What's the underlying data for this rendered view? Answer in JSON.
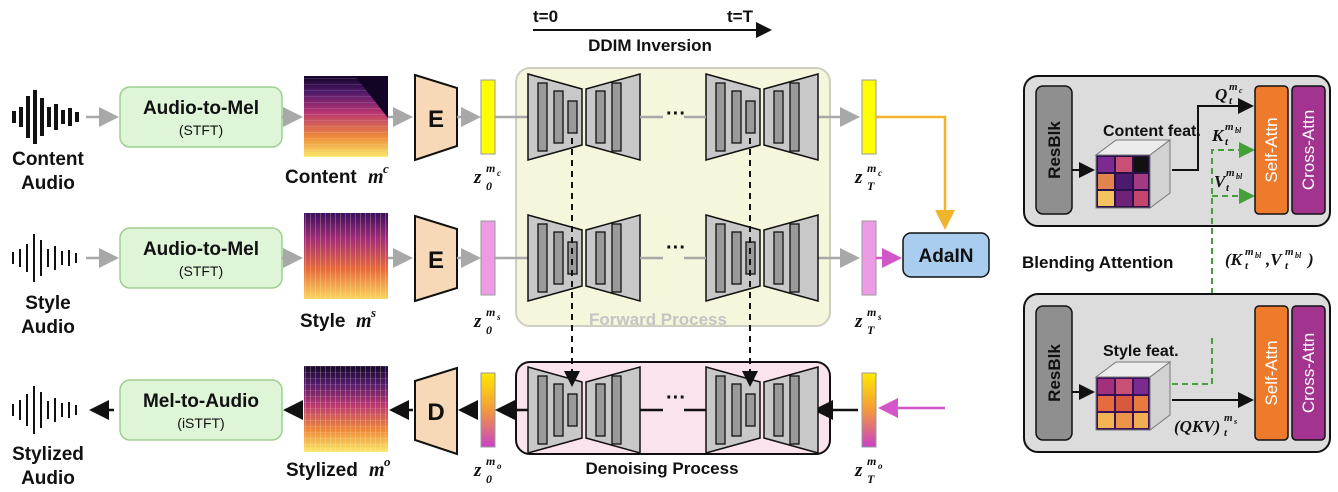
{
  "timeline": {
    "start": "t=0",
    "end": "t=T",
    "label": "DDIM Inversion"
  },
  "rows": {
    "content": {
      "audio_label": [
        "Content",
        "Audio"
      ],
      "converter": {
        "title": "Audio-to-Mel",
        "sub": "(STFT)"
      },
      "mel_caption": "Content",
      "mel_symbol": "m",
      "mel_sup": "c",
      "block": "E",
      "z0": {
        "base": "z",
        "sub": "0",
        "sup": "m",
        "supsub": "c"
      },
      "zT": {
        "base": "z",
        "sub": "T",
        "sup": "m",
        "supsub": "c"
      }
    },
    "style": {
      "audio_label": [
        "Style",
        "Audio"
      ],
      "converter": {
        "title": "Audio-to-Mel",
        "sub": "(STFT)"
      },
      "mel_caption": "Style",
      "mel_symbol": "m",
      "mel_sup": "s",
      "block": "E",
      "z0": {
        "base": "z",
        "sub": "0",
        "sup": "m",
        "supsub": "s"
      },
      "zT": {
        "base": "z",
        "sub": "T",
        "sup": "m",
        "supsub": "s"
      }
    },
    "output": {
      "audio_label": [
        "Stylized",
        "Audio"
      ],
      "converter": {
        "title": "Mel-to-Audio",
        "sub": "(iSTFT)"
      },
      "mel_caption": "Stylized",
      "mel_symbol": "m",
      "mel_sup": "o",
      "block": "D",
      "z0": {
        "base": "z",
        "sub": "0",
        "sup": "m",
        "supsub": "o"
      },
      "zT": {
        "base": "z",
        "sub": "T",
        "sup": "m",
        "supsub": "o"
      }
    }
  },
  "forward_process": "Forward Process",
  "denoising_process": "Denoising Process",
  "ellipsis": "···",
  "adain": "AdaIN",
  "blending": {
    "label": "Blending Attention",
    "kv": "(K",
    "kv_sup": "m",
    "kv_supsub": "bl",
    "kv_t": "t",
    "top": {
      "resblk": "ResBlk",
      "feat": "Content feat.",
      "q": "Q",
      "q_sup": "m",
      "q_supsub": "c",
      "k": "K",
      "k_sup": "m",
      "k_supsub": "bl",
      "v": "V",
      "v_sup": "m",
      "v_supsub": "bl",
      "sub_t": "t",
      "self_attn": "Self-Attn",
      "cross_attn": "Cross-Attn"
    },
    "bottom": {
      "resblk": "ResBlk",
      "feat": "Style feat.",
      "qkv": "(QKV)",
      "qkv_sup": "m",
      "qkv_supsub": "s",
      "qkv_t": "t",
      "self_attn": "Self-Attn",
      "cross_attn": "Cross-Attn"
    }
  },
  "colors": {
    "converter_fill": "#dff5d8",
    "converter_stroke": "#9ed08f",
    "encoder_fill": "#f7d9b7",
    "latent_content": "#ffff00",
    "latent_style": "#ee9be6",
    "forward_bg": "#f6f6dc",
    "denoise_bg": "#fbe3ee",
    "adain_fill": "#a9cdee",
    "unet_fill": "#c8c8c8",
    "panel_bg": "#dcdcdc",
    "self_attn": "#ee7b2c",
    "cross_attn": "#a2338f",
    "arrow_gold": "#f1b52b",
    "arrow_magenta": "#d256c8",
    "arrow_green": "#45a03a"
  }
}
